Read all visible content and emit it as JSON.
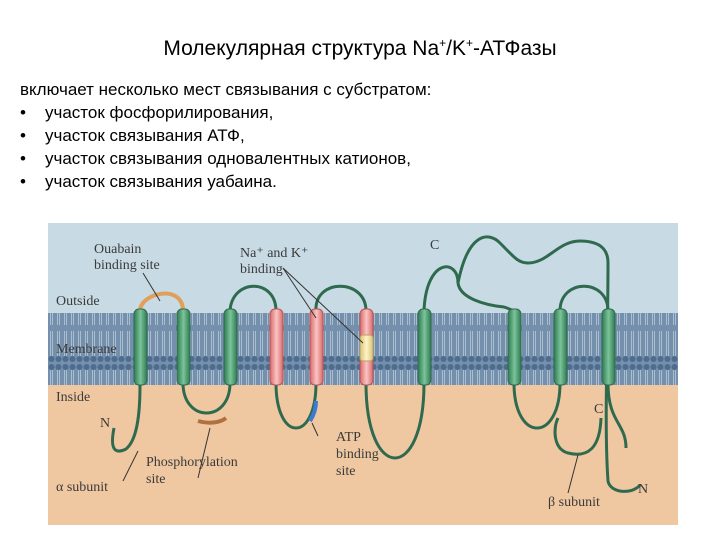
{
  "slide": {
    "title_main": "Молекулярная структура Na",
    "title_sup1": "+",
    "title_mid": "/K",
    "title_sup2": "+",
    "title_end": "-АТФазы",
    "intro": "включает несколько мест связывания с субстратом:",
    "bullets": [
      "участок фосфорилирования,",
      "участок связывания АТФ,",
      "участок связывания одновалентных катионов,",
      "участок связывания уабаина."
    ]
  },
  "figure": {
    "labels": {
      "ouabain_line1": "Ouabain",
      "ouabain_line2": "binding site",
      "nak_line1": "Na⁺ and K⁺",
      "nak_line2": "binding",
      "c_top": "C",
      "outside": "Outside",
      "membrane": "Membrane",
      "inside": "Inside",
      "n_left": "N",
      "c_right": "C",
      "n_right": "N",
      "phos_line1": "Phosphorylation",
      "phos_line2": "site",
      "atp_line1": "ATP",
      "atp_line2": "binding",
      "atp_line3": "site",
      "alpha": "α subunit",
      "beta": "β subunit"
    },
    "colors": {
      "outside_bg": "#c8dbe5",
      "inside_bg": "#efc8a2",
      "membrane": "#6a8aa8",
      "chain": "#2f6a4f",
      "helix_green": "#5fa57a",
      "helix_pink": "#ee9a9a",
      "helix_yellow": "#f3e4a4",
      "ouabain_site": "#e0a05a",
      "phos_site": "#b07040",
      "atp_site": "#3a7bd5"
    }
  }
}
